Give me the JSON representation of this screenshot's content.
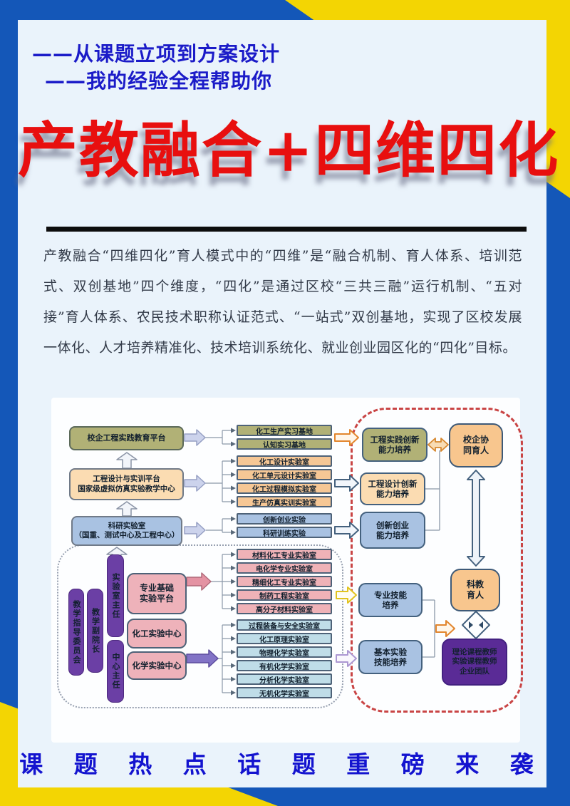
{
  "header": {
    "line1": "——从课题立项到方案设计",
    "line2": "——我的经验全程帮助你"
  },
  "title": "产教融合+四维四化",
  "intro": "产教融合“四维四化”育人模式中的“四维”是“融合机制、育人体系、培训范式、双创基地”四个维度，“四化”是通过区校“三共三融”运行机制、“五对接”育人体系、农民技术职称认证范式、“一站式”双创基地，实现了区校发展一体化、人才培养精准化、技术培训系统化、就业创业园区化的“四化”目标。",
  "footer": {
    "headline": "课 题 热 点 话 题 重 磅 来 袭"
  },
  "colors": {
    "frame_blue": "#1457b8",
    "frame_yellow": "#f3d503",
    "card_bg": "#eaf3fb",
    "title_red": "#e80f0f",
    "header_blue": "#1b1bc8",
    "olive_box": "#b1b176",
    "peach_box": "#fbdcb2",
    "blue_box": "#a9c2e2",
    "pink_box": "#efb2b7",
    "cyan_box": "#bfdde8",
    "purple_box": "#6b3fa5",
    "team_purple": "#5a2b96",
    "dashed_border_red": "#c94545"
  },
  "diagram": {
    "left_platforms": [
      {
        "lines": [
          "校企工程实践教育平台"
        ]
      },
      {
        "lines": [
          "工程设计与实训平台",
          "国家级虚拟仿真实验教学中心"
        ]
      },
      {
        "lines": [
          "科研实验室",
          "（国重、测试中心及工程中心）"
        ]
      }
    ],
    "middle_labs": [
      "化工生产实习基地",
      "认知实习基地",
      "化工设计实验室",
      "化工单元设计实验室",
      "化工过程模拟实验室",
      "生产仿真实训实验室",
      "创新创业实验",
      "科研训练实验",
      "材料化工专业实验室",
      "电化学专业实验室",
      "精细化工专业实验室",
      "制药工程实验室",
      "高分子材料实验室",
      "过程装备与安全实验室",
      "化工原理实验室",
      "物理化学实验室",
      "有机化学实验室",
      "分析化学实验室",
      "无机化学实验室"
    ],
    "capabilities": [
      {
        "lines": [
          "工程实践创新",
          "能力培养"
        ]
      },
      {
        "lines": [
          "工程设计创新",
          "能力培养"
        ]
      },
      {
        "lines": [
          "创新创业",
          "能力培养"
        ]
      },
      {
        "lines": [
          "专业技能",
          "培养"
        ]
      },
      {
        "lines": [
          "基本实验",
          "技能培养"
        ]
      }
    ],
    "outcomes": {
      "fr1": {
        "lines": [
          "校企协",
          "同育人"
        ]
      },
      "fr2": {
        "lines": [
          "科教",
          "育人"
        ]
      },
      "team": [
        "理论课程教师",
        "实验课程教师",
        "企业团队"
      ]
    },
    "management": [
      "教学指导委员会",
      "教学副院长",
      "实验室主任",
      "中心主任"
    ],
    "centers": [
      {
        "lines": [
          "专业基础",
          "实验平台"
        ]
      },
      {
        "lines": [
          "化工实验中心"
        ]
      },
      {
        "lines": [
          "化学实验中心"
        ]
      }
    ]
  }
}
